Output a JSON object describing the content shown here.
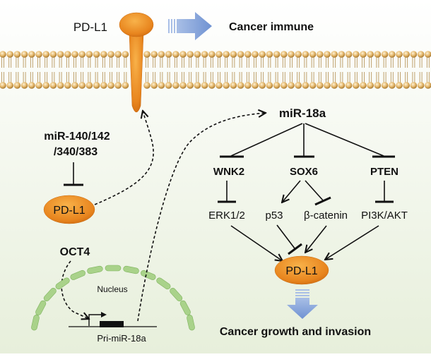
{
  "labels": {
    "pdl1_top": "PD-L1",
    "cancer_immune": "Cancer immune",
    "mir_cluster_line1": "miR-140/142",
    "mir_cluster_line2": "/340/383",
    "pdl1_left": "PD-L1",
    "oct4": "OCT4",
    "nucleus": "Nucleus",
    "pri_mir18a": "Pri-miR-18a",
    "mir18a": "miR-18a",
    "wnk2": "WNK2",
    "sox6": "SOX6",
    "pten": "PTEN",
    "erk": "ERK1/2",
    "p53": "p53",
    "beta_catenin": "β-catenin",
    "pi3k_akt": "PI3K/AKT",
    "pdl1_center": "PD-L1",
    "outcome": "Cancer growth and invasion"
  },
  "colors": {
    "pdl1_orange": "#e8851e",
    "pdl1_orange_light": "#f4a53c",
    "membrane_head": "#d9a85a",
    "nucleus_green": "#a9d28a",
    "arrow_blue": "#7e9ed6",
    "bg_gradient_end": "#e7efdb"
  }
}
